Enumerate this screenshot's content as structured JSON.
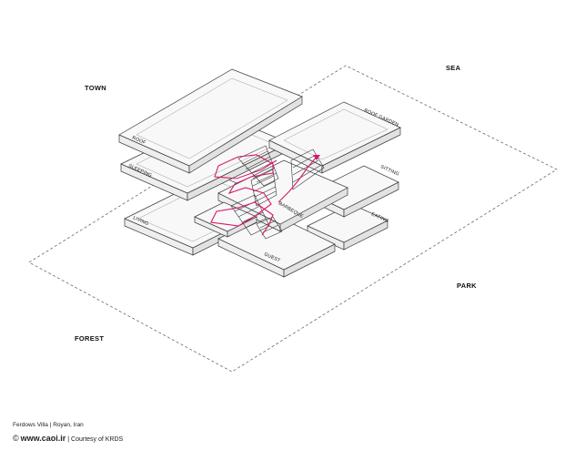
{
  "directions": {
    "town": "TOWN",
    "sea": "SEA",
    "park": "PARK",
    "forest": "FOREST"
  },
  "levels": {
    "roof": "ROOF",
    "sleeping": "SLEEPING",
    "living": "LIVING",
    "roof_garden": "ROOF GARDEN",
    "sitting": "SITTING",
    "barbeque": "BARBEQUE",
    "eating": "EATING",
    "guest": "GUEST"
  },
  "credits": {
    "project": "Ferdows Villa | Royan, Iran",
    "copyright_symbol": "©",
    "site": "www.caoi.ir",
    "separator": "|",
    "courtesy": "Courtesy of KRDS"
  },
  "colors": {
    "circulation": "#d6186b",
    "line": "#3a3a3a"
  }
}
